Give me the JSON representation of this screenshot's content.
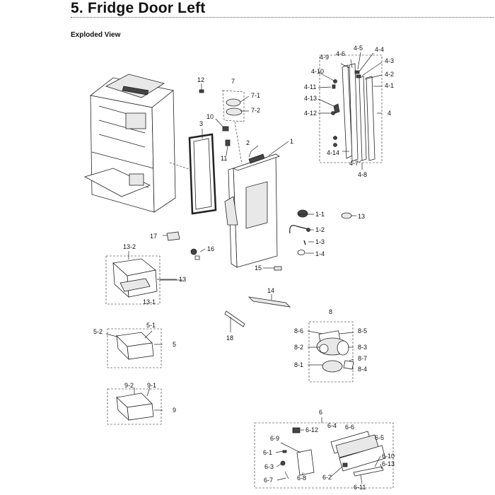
{
  "header": {
    "title": "5.  Fridge Door Left",
    "subtitle": "Exploded View"
  },
  "callouts": {
    "c12": "12",
    "c7": "7",
    "c7_1": "7-1",
    "c7_2": "7-2",
    "c3": "3",
    "c10": "10",
    "c11": "11",
    "c2": "2",
    "c1": "1",
    "c4_9": "4-9",
    "c4_6": "4-6",
    "c4_5": "4-5",
    "c4_4": "4-4",
    "c4_3": "4-3",
    "c4_2": "4-2",
    "c4_1": "4-1",
    "c4_10": "4-10",
    "c4_11": "4-11",
    "c4_13": "4-13",
    "c4_12": "4-12",
    "c4": "4",
    "c4_14": "4-14",
    "c4_7": "4-7",
    "c4_8": "4-8",
    "c1_1": "1-1",
    "c13a": "13",
    "c1_2": "1-2",
    "c1_3": "1-3",
    "c1_4": "1-4",
    "c17": "17",
    "c16": "16",
    "c15": "15",
    "c13_2": "13-2",
    "c13b": "13",
    "c13_1": "13-1",
    "c14": "14",
    "c18": "18",
    "c8": "8",
    "c8_6": "8-6",
    "c8_5": "8-5",
    "c8_2": "8-2",
    "c8_3": "8-3",
    "c8_7": "8-7",
    "c8_1": "8-1",
    "c8_4": "8-4",
    "c5_2": "5-2",
    "c5_1": "5-1",
    "c5": "5",
    "c9_2": "9-2",
    "c9_1": "9-1",
    "c9": "9",
    "c6": "6",
    "c6_12": "6-12",
    "c6_4": "6-4",
    "c6_6": "6-6",
    "c6_9": "6-9",
    "c6_5": "6-5",
    "c6_1": "6-1",
    "c6_10": "6-10",
    "c6_13": "6-13",
    "c6_3": "6-3",
    "c6_7": "6-7",
    "c6_8": "6-8",
    "c6_2": "6-2",
    "c6_11": "6-11"
  }
}
